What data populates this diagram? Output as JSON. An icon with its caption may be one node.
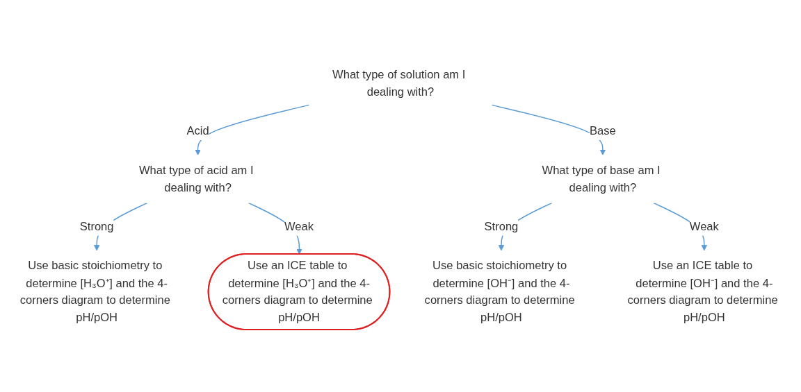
{
  "diagram": {
    "nodes": [
      {
        "text": [
          "What type of solution am I dealing with?"
        ]
      },
      {
        "text": [
          "What type of acid am I dealing with?"
        ]
      },
      {
        "text": [
          "What type of base am I dealing with?"
        ]
      },
      {
        "text": [
          "Use basic stoichiometry to determine [H₃O⁺] and the 4-corners diagram to determine pH/pOH"
        ]
      },
      {
        "text": [
          "Use an ICE table to determine [H₃O⁺] and the 4-corners diagram to determine pH/pOH"
        ]
      },
      {
        "text": [
          "Use basic stoichiometry to determine [OH⁻] and the 4-corners diagram to determine pH/pOH"
        ]
      },
      {
        "text": [
          "Use an ICE table to determine [OH⁻] and the 4-corners diagram to determine pH/pOH"
        ]
      }
    ],
    "edges": [
      {
        "from": 0,
        "to": 1,
        "arrow": "to",
        "label": "Acid"
      },
      {
        "from": 0,
        "to": 2,
        "arrow": "to",
        "label": "Base"
      },
      {
        "from": 1,
        "to": 3,
        "arrow": "to",
        "label": "Strong"
      },
      {
        "from": 1,
        "to": 4,
        "arrow": "to",
        "label": "Weak"
      },
      {
        "from": 2,
        "to": 5,
        "arrow": "to",
        "label": "Strong"
      },
      {
        "from": 2,
        "to": 6,
        "arrow": "to",
        "label": "Weak"
      }
    ]
  }
}
